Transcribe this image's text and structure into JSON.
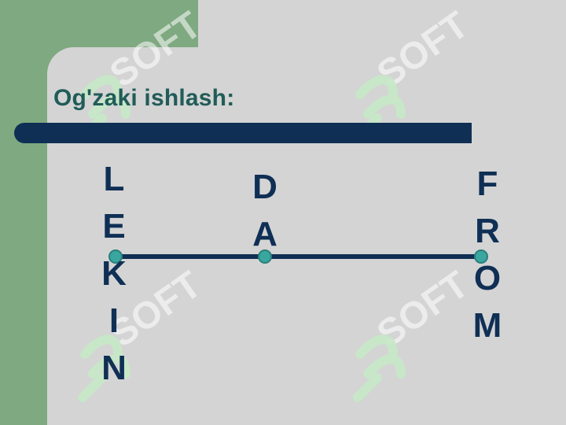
{
  "slide": {
    "title": "Og'zaki ishlash:",
    "columns": [
      {
        "letters": [
          "L",
          "E",
          "K",
          "I",
          "N"
        ]
      },
      {
        "letters": [
          "D",
          "A"
        ]
      },
      {
        "letters": [
          "F",
          "R",
          "O",
          "M"
        ]
      }
    ]
  },
  "watermark": "SOFT",
  "colors": {
    "accent_dark": "#0f2f55",
    "title": "#215c58",
    "dot": "#3aa6a0",
    "sidebar": "#7fa980",
    "background": "#d4d4d4"
  }
}
